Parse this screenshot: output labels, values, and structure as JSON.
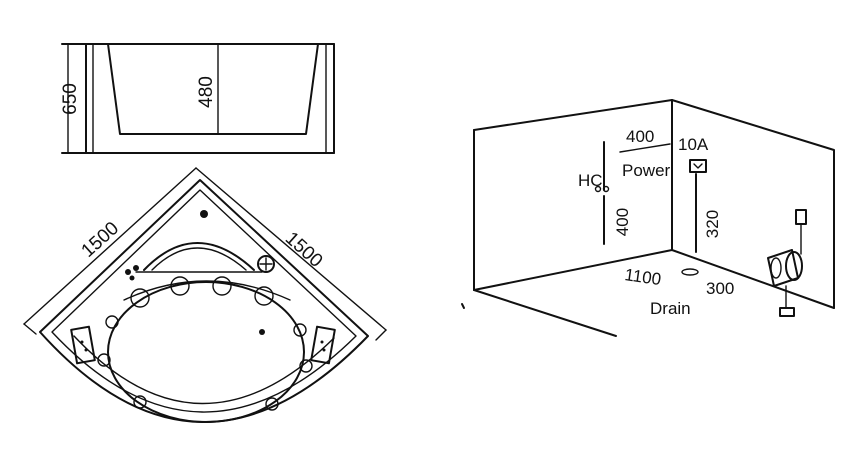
{
  "side_view": {
    "height_label": "650",
    "inner_depth_label": "480"
  },
  "top_view": {
    "left_length_label": "1500",
    "right_length_label": "1500"
  },
  "room_view": {
    "hc_offset_label": "400",
    "hc_label": "HC",
    "hc_height_label": "400",
    "power_rating_label": "10A",
    "power_label": "Power",
    "power_height_label": "320",
    "drain_x_label": "1100",
    "drain_y_label": "300",
    "drain_label": "Drain"
  }
}
